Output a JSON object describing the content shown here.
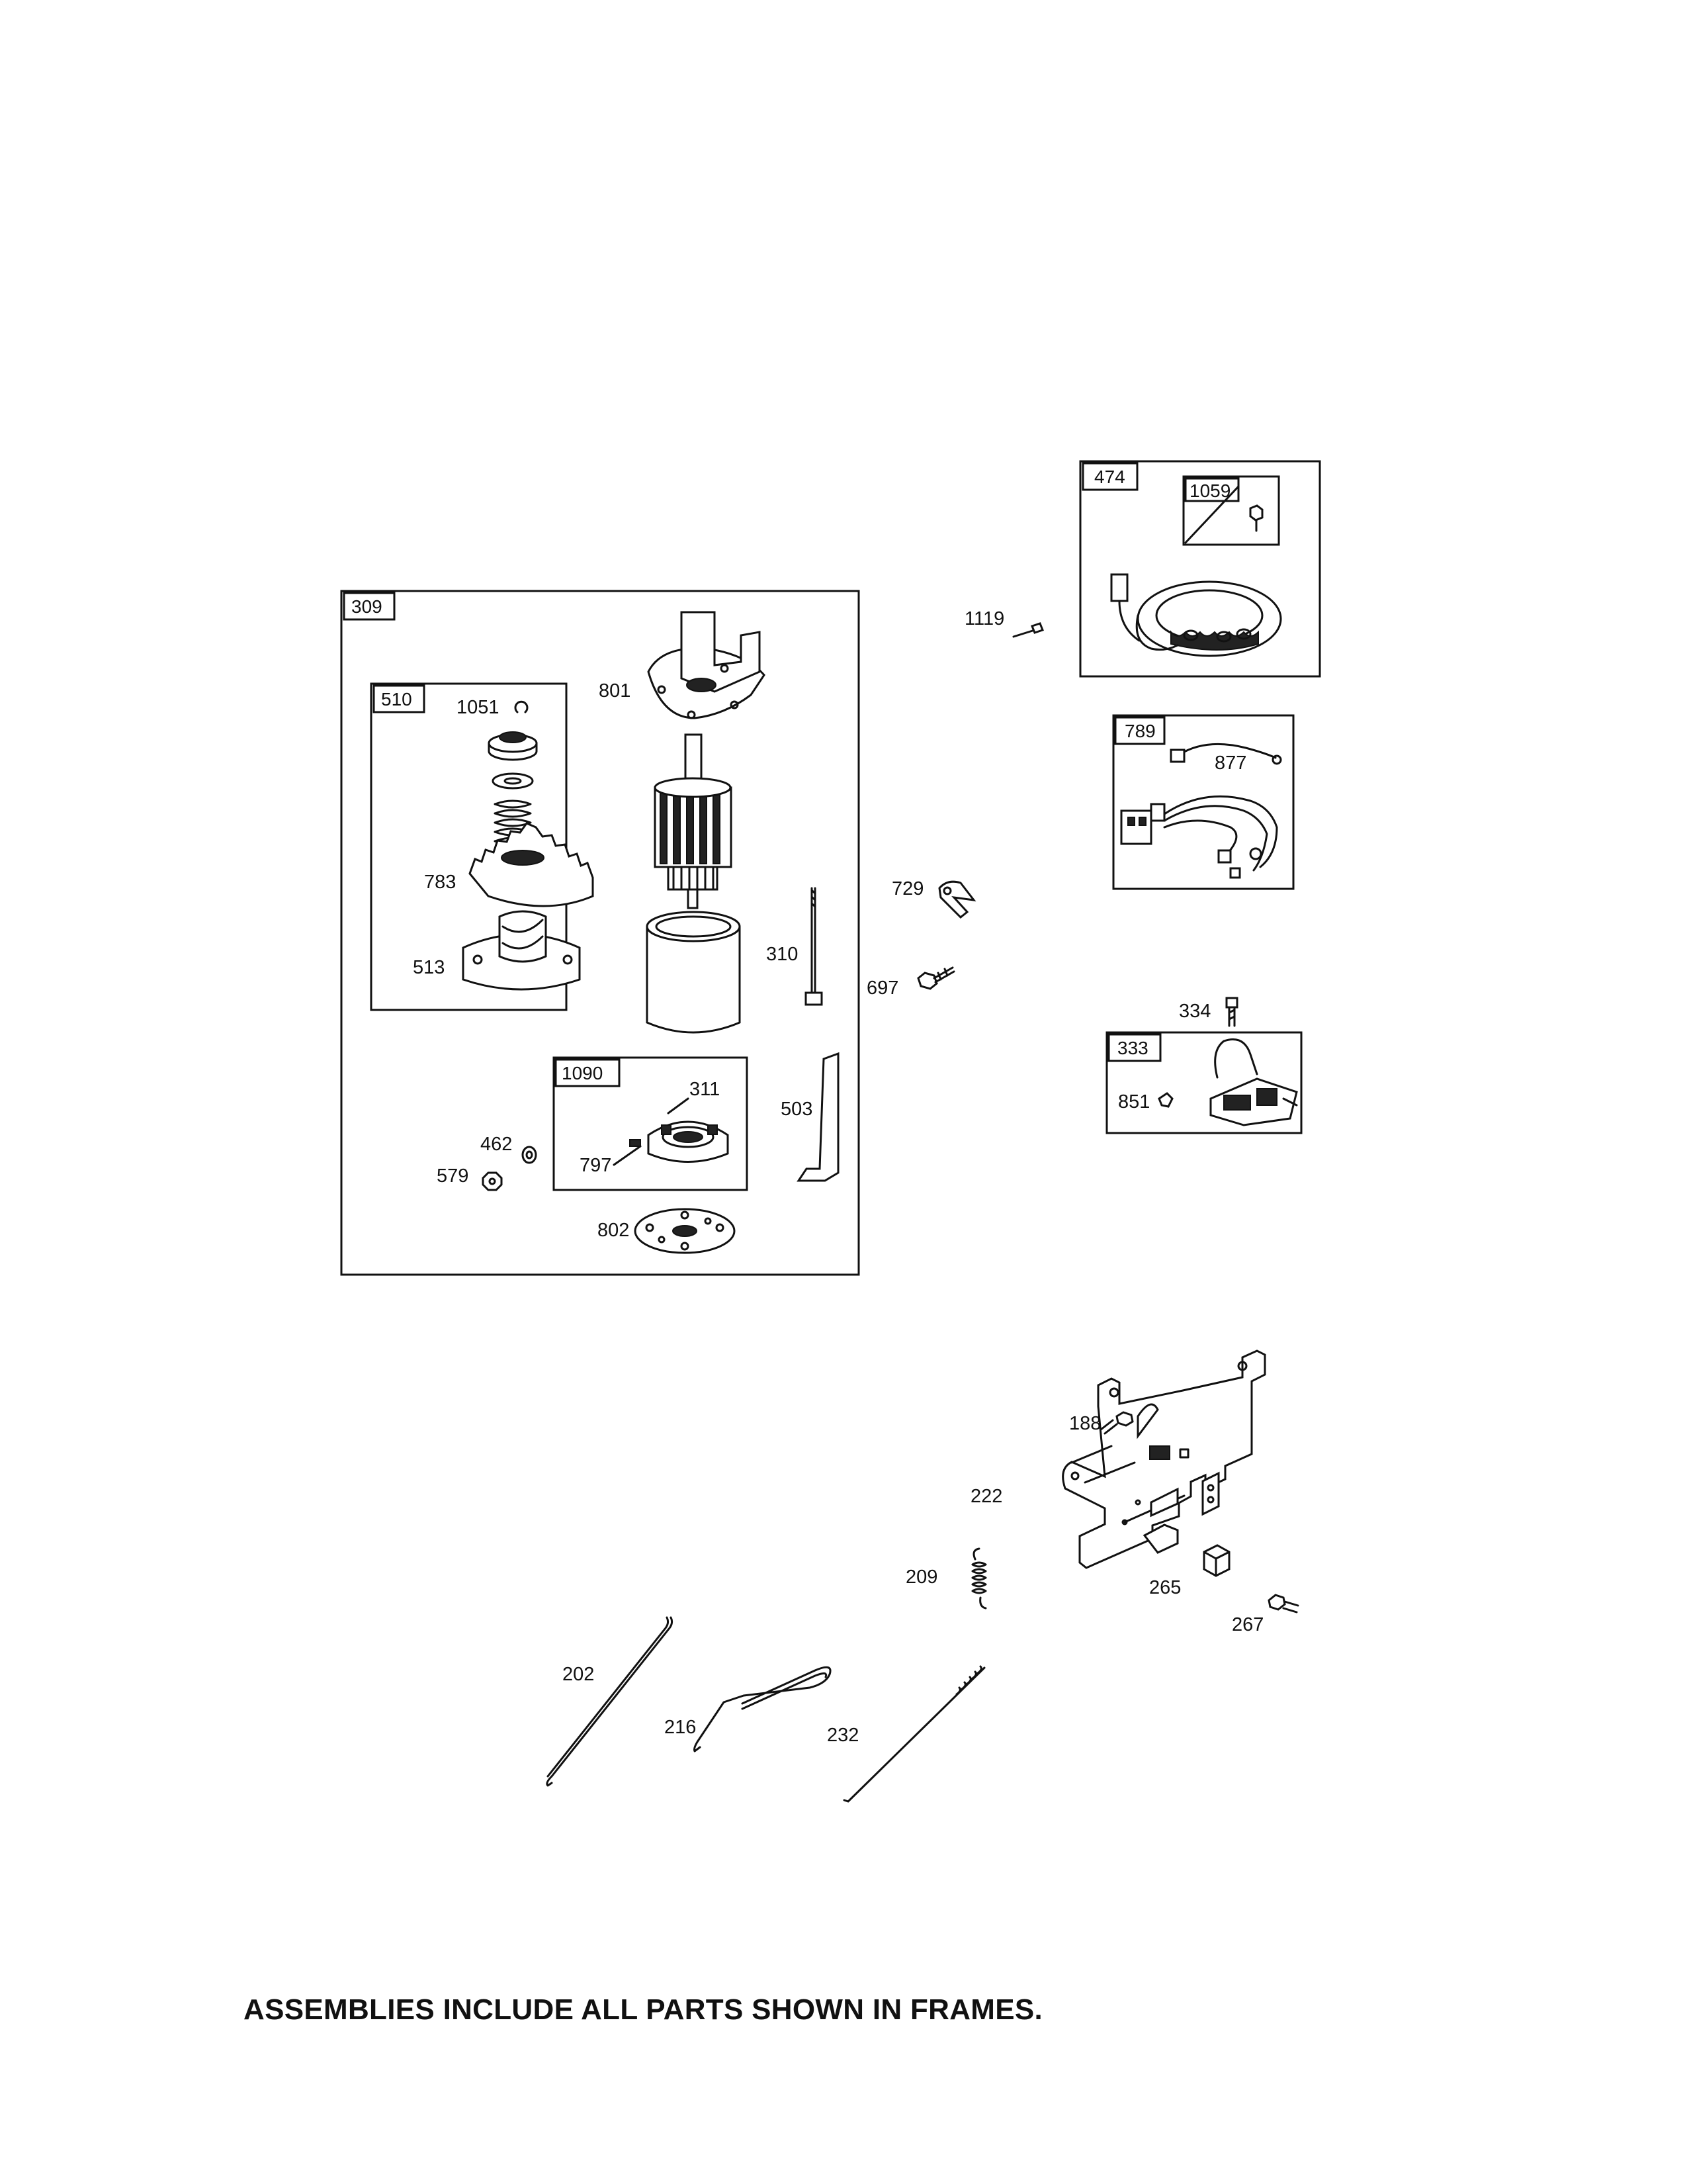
{
  "frames": {
    "f309": "309",
    "f510": "510",
    "f1090": "1090",
    "f474": "474",
    "f1059": "1059",
    "f789": "789",
    "f333": "333"
  },
  "parts": {
    "p801": "801",
    "p1051": "1051",
    "p783": "783",
    "p513": "513",
    "p310": "310",
    "p311": "311",
    "p503": "503",
    "p462": "462",
    "p797": "797",
    "p579": "579",
    "p802": "802",
    "p1119": "1119",
    "p877": "877",
    "p729": "729",
    "p697": "697",
    "p334": "334",
    "p851": "851",
    "p188": "188",
    "p222": "222",
    "p209": "209",
    "p265": "265",
    "p267": "267",
    "p202": "202",
    "p216": "216",
    "p232": "232"
  },
  "footer_note": "ASSEMBLIES INCLUDE ALL PARTS SHOWN IN FRAMES."
}
